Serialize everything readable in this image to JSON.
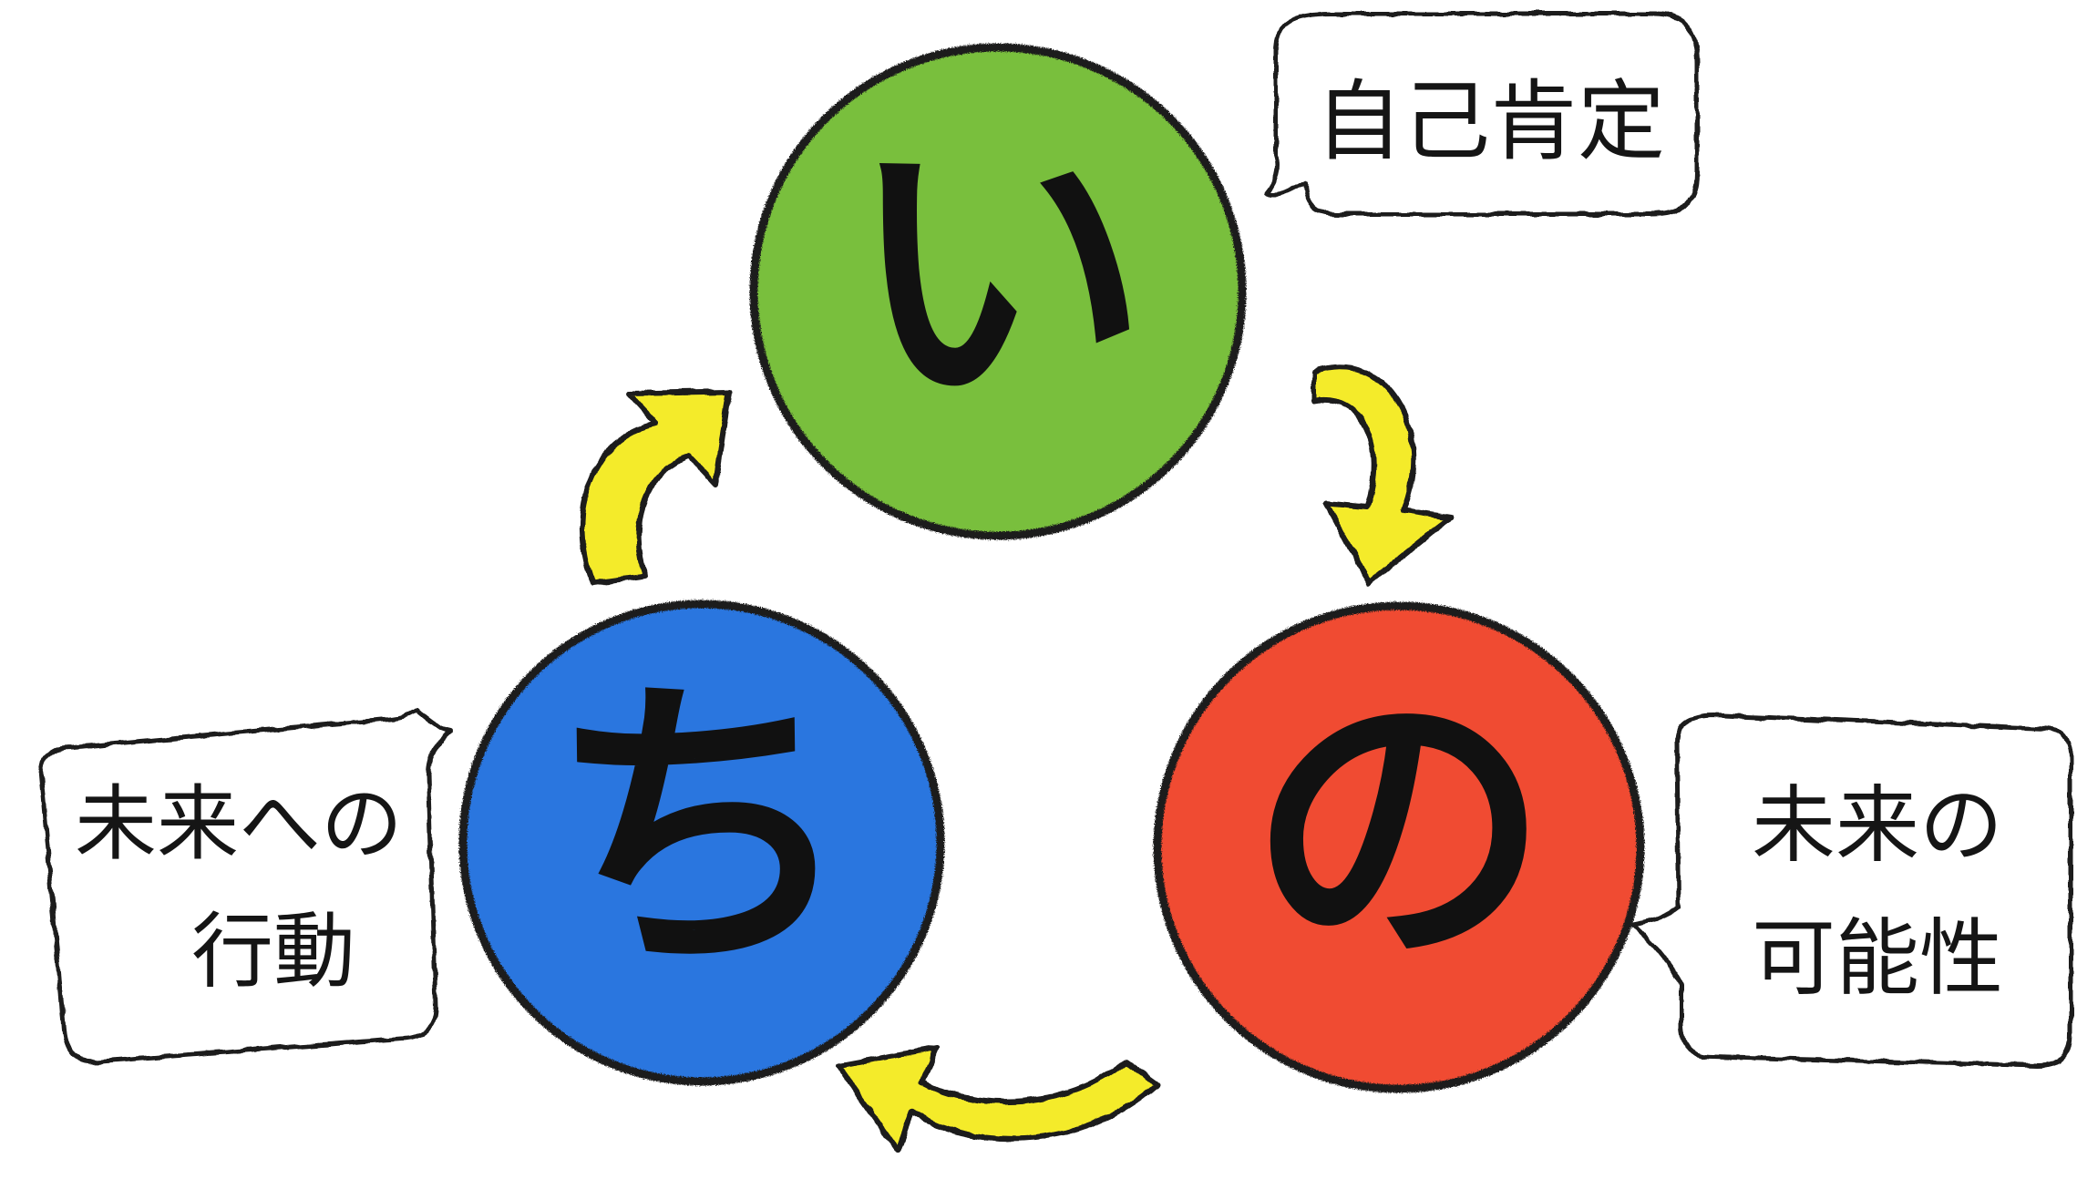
{
  "nodes": [
    {
      "id": "i",
      "kana": "い",
      "color": "#79bf3c"
    },
    {
      "id": "no",
      "kana": "の",
      "color": "#f04b33"
    },
    {
      "id": "chi",
      "kana": "ち",
      "color": "#2a76df"
    }
  ],
  "notes": {
    "i": {
      "lines": [
        "自己肯定"
      ]
    },
    "no": {
      "lines": [
        "未来の",
        "可能性"
      ]
    },
    "chi": {
      "lines": [
        "未来への",
        "行動"
      ]
    }
  },
  "cycle_order": [
    "い",
    "の",
    "ち"
  ],
  "colors": {
    "arrow_fill": "#f4eb2c",
    "outline": "#1a1a1a",
    "background": "#ffffff"
  }
}
